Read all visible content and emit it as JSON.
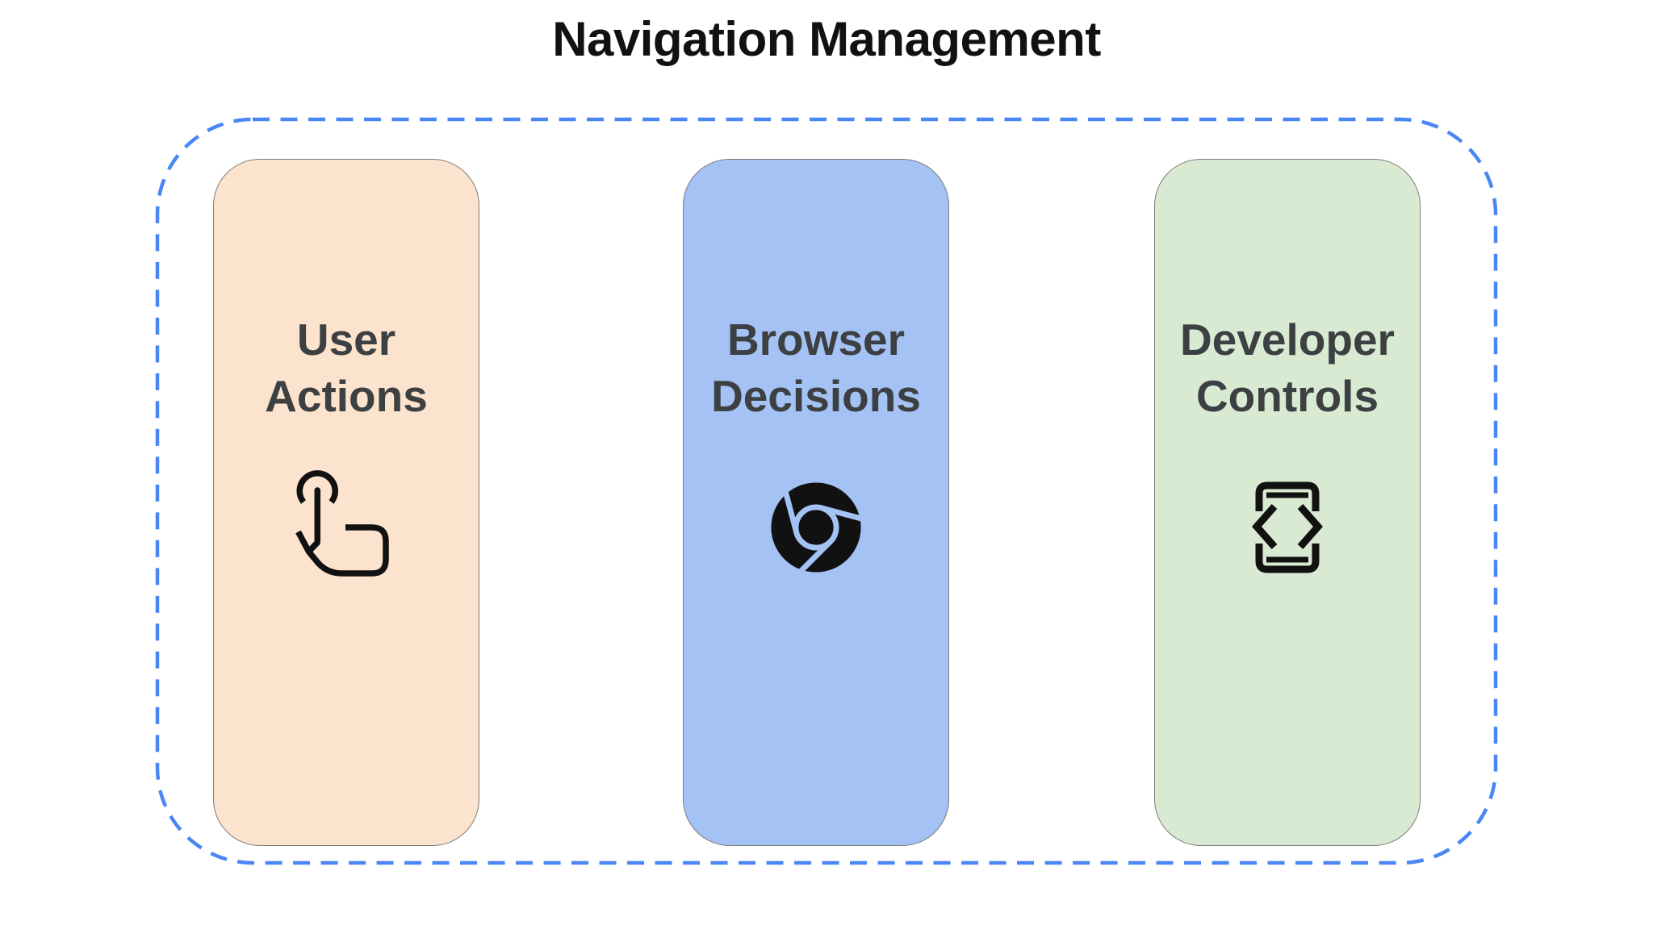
{
  "title": "Navigation Management",
  "diagram": {
    "boundary_color": "#4a86f5",
    "cards": [
      {
        "label": "User\nActions",
        "icon": "touch-gesture-icon",
        "color": "#fce3cd"
      },
      {
        "label": "Browser\nDecisions",
        "icon": "chrome-browser-icon",
        "color": "#a4c2f4"
      },
      {
        "label": "Developer\nControls",
        "icon": "developer-mode-icon",
        "color": "#d9ead3"
      }
    ]
  }
}
